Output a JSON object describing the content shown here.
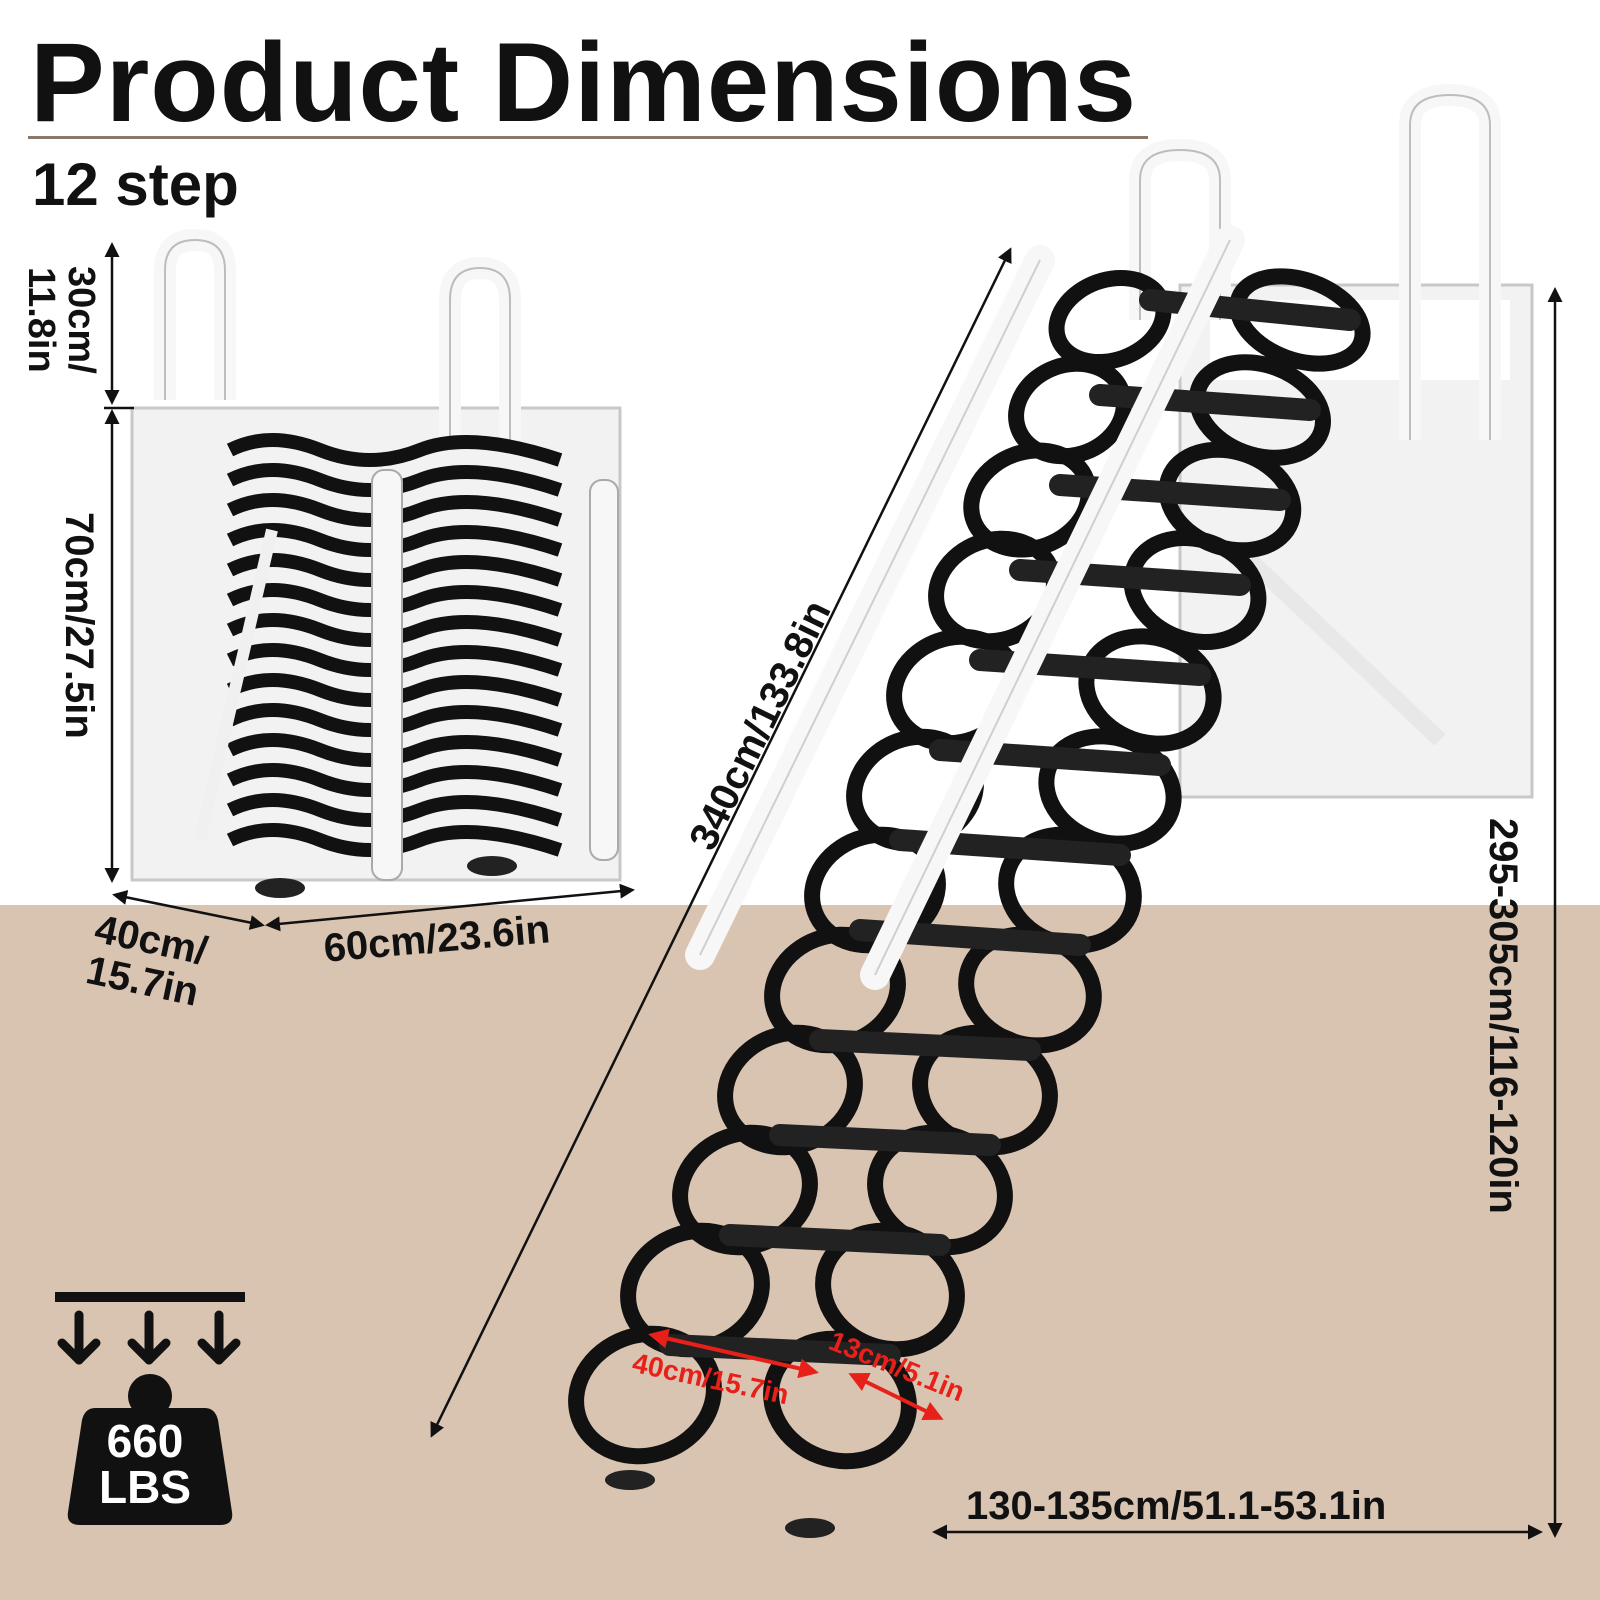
{
  "header": {
    "title": "Product Dimensions",
    "subtitle": "12 step"
  },
  "folded": {
    "top_height": "30cm/\n11.8in",
    "body_height": "70cm/27.5in",
    "depth": "40cm/\n15.7in",
    "width": "60cm/23.6in"
  },
  "extended": {
    "length": "340cm/133.8in",
    "height": "295-305cm/116-120in",
    "floor_depth": "130-135cm/51.1-53.1in",
    "step_width": "40cm/15.7in",
    "step_depth": "13cm/5.1in"
  },
  "load": {
    "value": "660",
    "unit": "LBS"
  },
  "colors": {
    "floor": "#d9c4b2",
    "accent_red": "#e8201a",
    "ladder_black": "#111111",
    "frame_white": "#f2f2f2"
  }
}
